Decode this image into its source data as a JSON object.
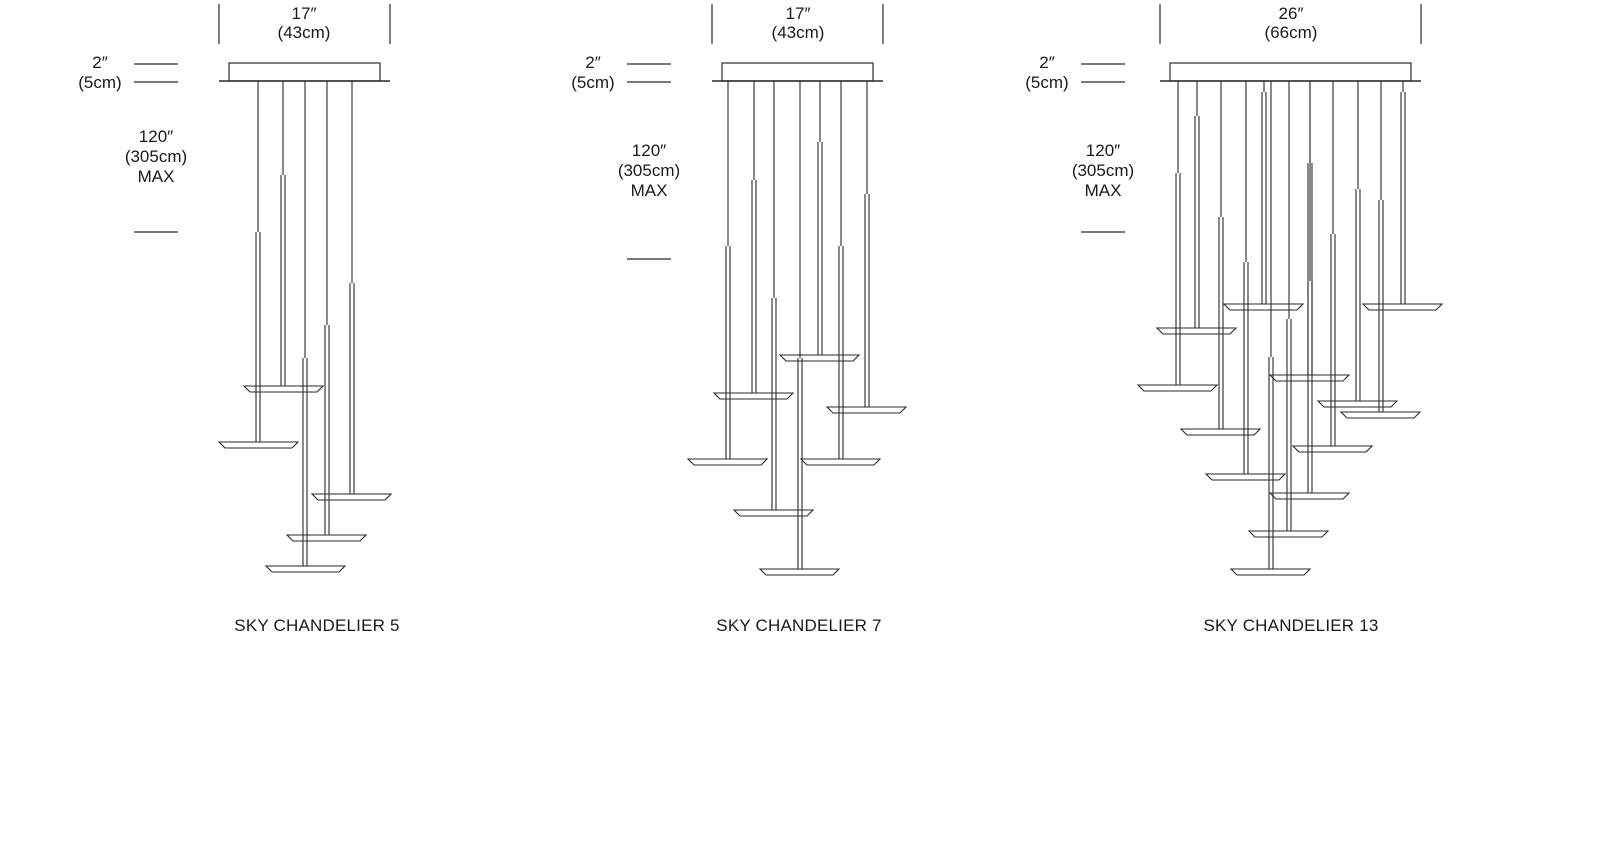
{
  "colors": {
    "line": "#2a2a2a",
    "text": "#1a1a1a",
    "background": "#ffffff"
  },
  "chandeliers": [
    {
      "title": "SKY CHANDELIER 5",
      "width_in": "17″",
      "width_cm": "(43cm)",
      "canopy_in": "2″",
      "canopy_cm": "(5cm)",
      "drop_in": "120″",
      "drop_cm": "(305cm)",
      "drop_note": "MAX",
      "pendant_count": 5
    },
    {
      "title": "SKY CHANDELIER 7",
      "width_in": "17″",
      "width_cm": "(43cm)",
      "canopy_in": "2″",
      "canopy_cm": "(5cm)",
      "drop_in": "120″",
      "drop_cm": "(305cm)",
      "drop_note": "MAX",
      "pendant_count": 7
    },
    {
      "title": "SKY CHANDELIER 13",
      "width_in": "26″",
      "width_cm": "(66cm)",
      "canopy_in": "2″",
      "canopy_cm": "(5cm)",
      "drop_in": "120″",
      "drop_cm": "(305cm)",
      "drop_note": "MAX",
      "pendant_count": 13
    }
  ]
}
